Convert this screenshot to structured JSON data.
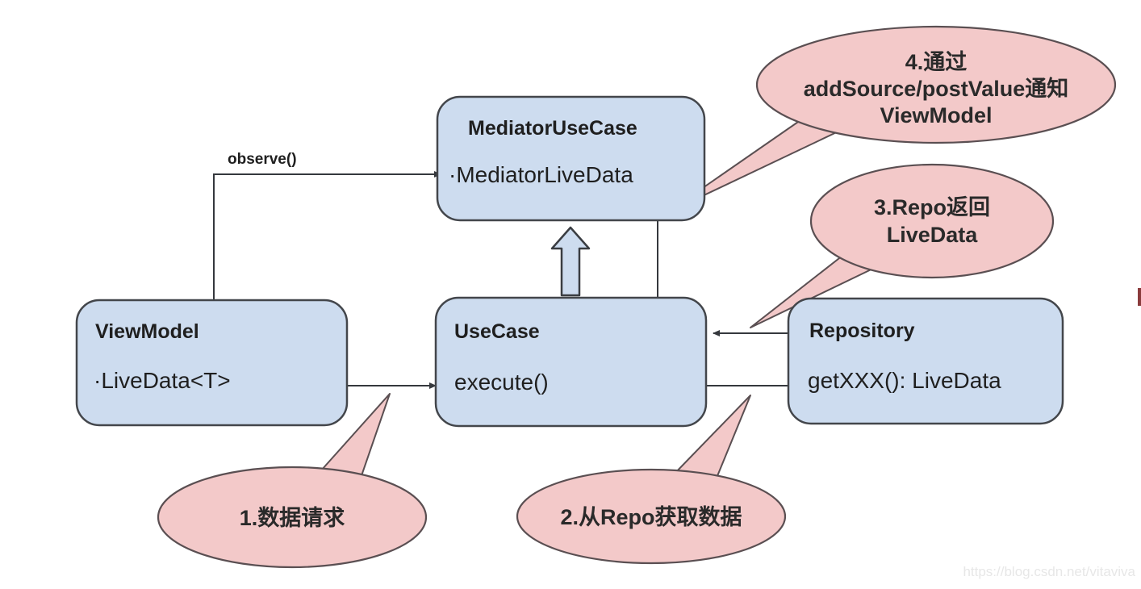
{
  "diagram": {
    "boxes": {
      "mediator": {
        "title": "MediatorUseCase",
        "member": "·MediatorLiveData"
      },
      "viewmodel": {
        "title": "ViewModel",
        "member": "·LiveData<T>"
      },
      "usecase": {
        "title": "UseCase",
        "member": "execute()"
      },
      "repository": {
        "title": "Repository",
        "member": "getXXX(): LiveData"
      }
    },
    "labels": {
      "observe": "observe()"
    },
    "bubbles": {
      "step1": {
        "lines": [
          "1.数据请求"
        ]
      },
      "step2": {
        "lines": [
          "2.从Repo获取数据"
        ]
      },
      "step3": {
        "lines": [
          "3.Repo返回",
          "LiveData"
        ]
      },
      "step4": {
        "lines": [
          "4.通过",
          "addSource/postValue通知",
          "ViewModel"
        ]
      }
    },
    "watermark": "https://blog.csdn.net/vitaviva",
    "colors": {
      "box_fill": "#cddcef",
      "box_stroke": "#43464b",
      "bubble_fill": "#f3c9c9",
      "bubble_stroke": "#5a4f52",
      "line": "#35383d",
      "text": "#1f1f1f",
      "watermark": "#e7e7e7",
      "edge_artifact": "#8a3b3c"
    }
  }
}
